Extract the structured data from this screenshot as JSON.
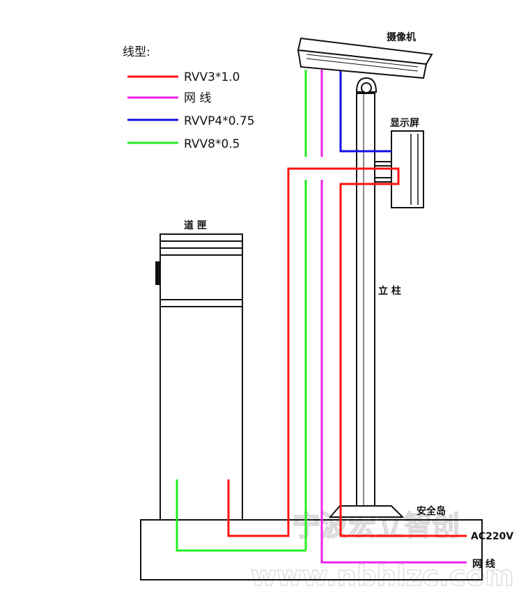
{
  "legend": {
    "title": "线型:",
    "items": [
      {
        "label": "RVV3*1.0",
        "color": "#ff1010"
      },
      {
        "label": "网   线",
        "color": "#ee22ee"
      },
      {
        "label": "RVVP4*0.75",
        "color": "#1010e0"
      },
      {
        "label": "RVV8*0.5",
        "color": "#22ee22"
      }
    ]
  },
  "labels": {
    "camera": "摄像机",
    "display": "显示屏",
    "barrier": "道 匣",
    "pole": "立 柱",
    "island": "安全岛",
    "ac": "AC220V",
    "network": "网 线"
  },
  "watermark": {
    "line1": "宁波宏立智创",
    "line2": "www.nbhlzc.com"
  }
}
